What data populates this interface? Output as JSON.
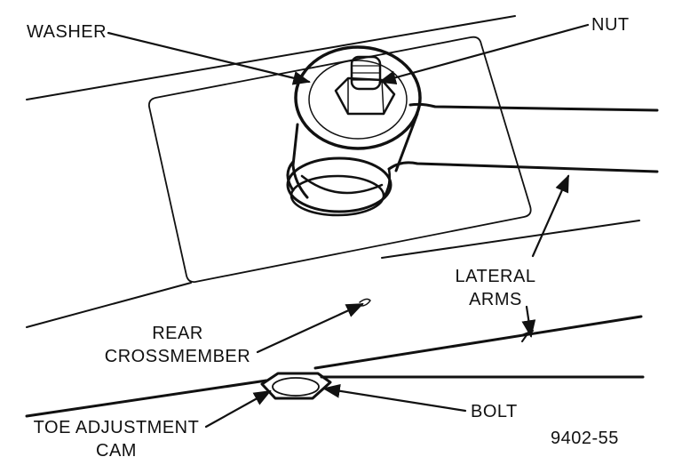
{
  "labels": {
    "washer": "WASHER",
    "nut": "NUT",
    "lateral_arms_line1": "LATERAL",
    "lateral_arms_line2": "ARMS",
    "rear_crossmember_line1": "REAR",
    "rear_crossmember_line2": "CROSSMEMBER",
    "bolt": "BOLT",
    "toe_cam_line1": "TOE ADJUSTMENT",
    "toe_cam_line2": "CAM",
    "figure_number": "9402-55"
  },
  "colors": {
    "ink": "#111111",
    "background": "#ffffff"
  }
}
